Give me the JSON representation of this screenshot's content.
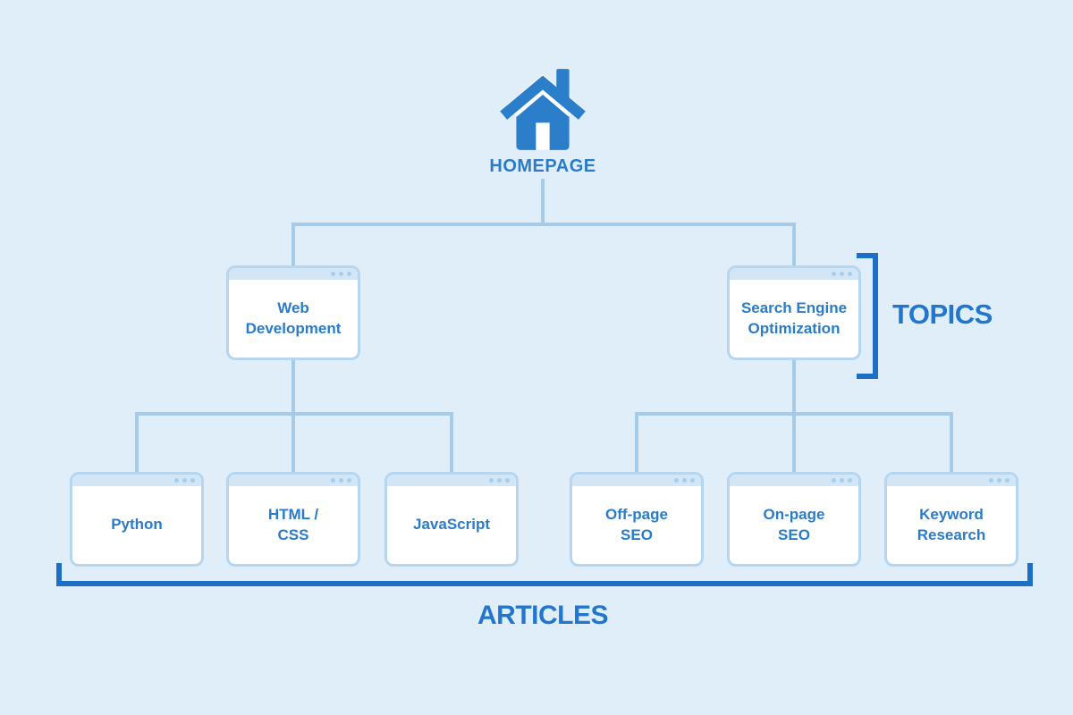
{
  "diagram": {
    "title_implicit": "Website structure diagram",
    "root": {
      "label": "HOMEPAGE",
      "icon": "home-icon"
    },
    "groups": {
      "topics": {
        "label": "TOPICS"
      },
      "articles": {
        "label": "ARTICLES"
      }
    },
    "topics": [
      {
        "label": "Web\nDevelopment"
      },
      {
        "label": "Search Engine\nOptimization"
      }
    ],
    "articles": [
      {
        "label": "Python"
      },
      {
        "label": "HTML /\nCSS"
      },
      {
        "label": "JavaScript"
      },
      {
        "label": "Off-page\nSEO"
      },
      {
        "label": "On-page\nSEO"
      },
      {
        "label": "Keyword\nResearch"
      }
    ],
    "colors": {
      "background": "#e0eefa",
      "connector": "#a6cbe8",
      "node_border": "#b6d6ef",
      "node_titlebar": "#d3e6f6",
      "node_text": "#2a7cc8",
      "group_accent": "#1c6fc3",
      "house": "#2b7ec9"
    }
  }
}
